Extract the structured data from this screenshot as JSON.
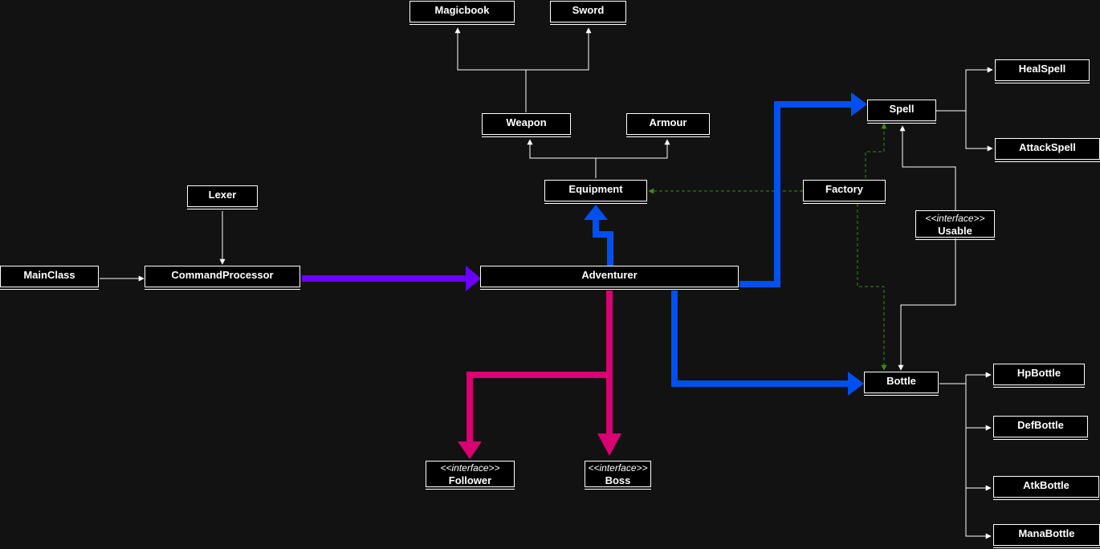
{
  "colors": {
    "background": "#121212",
    "box_fill": "#000000",
    "box_border": "#ffffff",
    "text": "#ffffff",
    "inheritance_line": "#ffffff",
    "dependency_dashed": "#3a8a1a",
    "composition_purple": "#6a00ff",
    "association_blue": "#0050ef",
    "association_pink": "#d80073"
  },
  "stereotype": "<<interface>>",
  "classes": {
    "magicbook": "Magicbook",
    "sword": "Sword",
    "weapon": "Weapon",
    "armour": "Armour",
    "equipment": "Equipment",
    "factory": "Factory",
    "spell": "Spell",
    "healspell": "HealSpell",
    "attackspell": "AttackSpell",
    "usable": "Usable",
    "lexer": "Lexer",
    "mainclass": "MainClass",
    "commandprocessor": "CommandProcessor",
    "adventurer": "Adventurer",
    "bottle": "Bottle",
    "hpbottle": "HpBottle",
    "defbottle": "DefBottle",
    "atkbottle": "AtkBottle",
    "manabottle": "ManaBottle",
    "follower": "Follower",
    "boss": "Boss"
  }
}
